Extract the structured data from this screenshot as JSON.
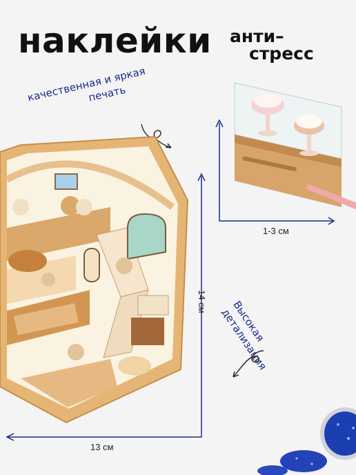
{
  "title": {
    "main": "наклейки",
    "line1": "анти–",
    "line2": "стресс"
  },
  "notes": {
    "quality_line1": "качественная и яркая",
    "quality_line2": "печать",
    "detail_line1": "Высокая",
    "detail_line2": "детализация"
  },
  "dimensions": {
    "small_width": "1-3 см",
    "height": "14 см",
    "width": "13 см"
  },
  "colors": {
    "accent": "#1a2b8c",
    "wood": "#d9a86a",
    "glitter": "#1b3fb0"
  }
}
